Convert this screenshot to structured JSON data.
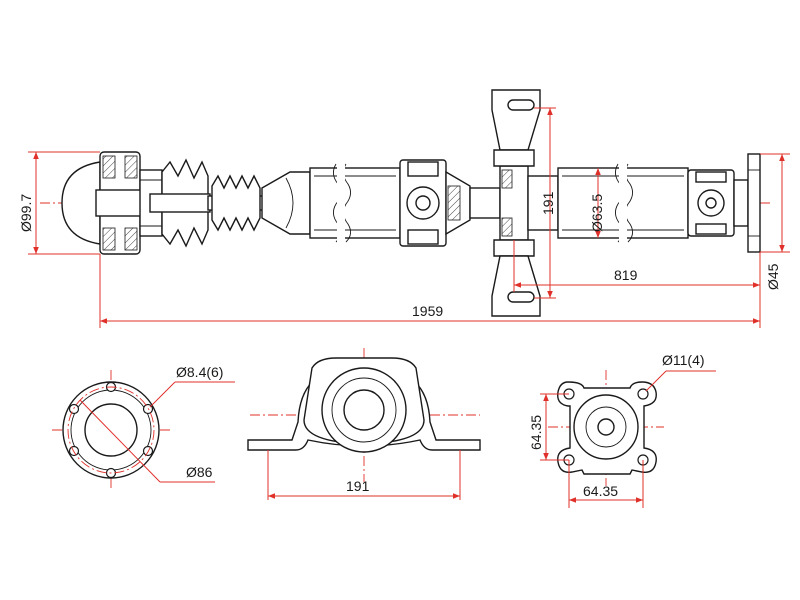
{
  "dimensions": {
    "flange_diameter": "Ø99.7",
    "total_length": "1959",
    "bearing_offset": "191",
    "tube_diameter": "Ø63.5",
    "rear_length": "819",
    "rear_flange": "Ø45",
    "bolt_holes": "Ø8.4(6)",
    "bolt_circle": "Ø86",
    "bracket_width": "191",
    "square_holes": "Ø11(4)",
    "square_vertical": "64.35",
    "square_horizontal": "64.35"
  },
  "colors": {
    "ink": "#1a1a1a",
    "dimension": "#e0302a"
  }
}
